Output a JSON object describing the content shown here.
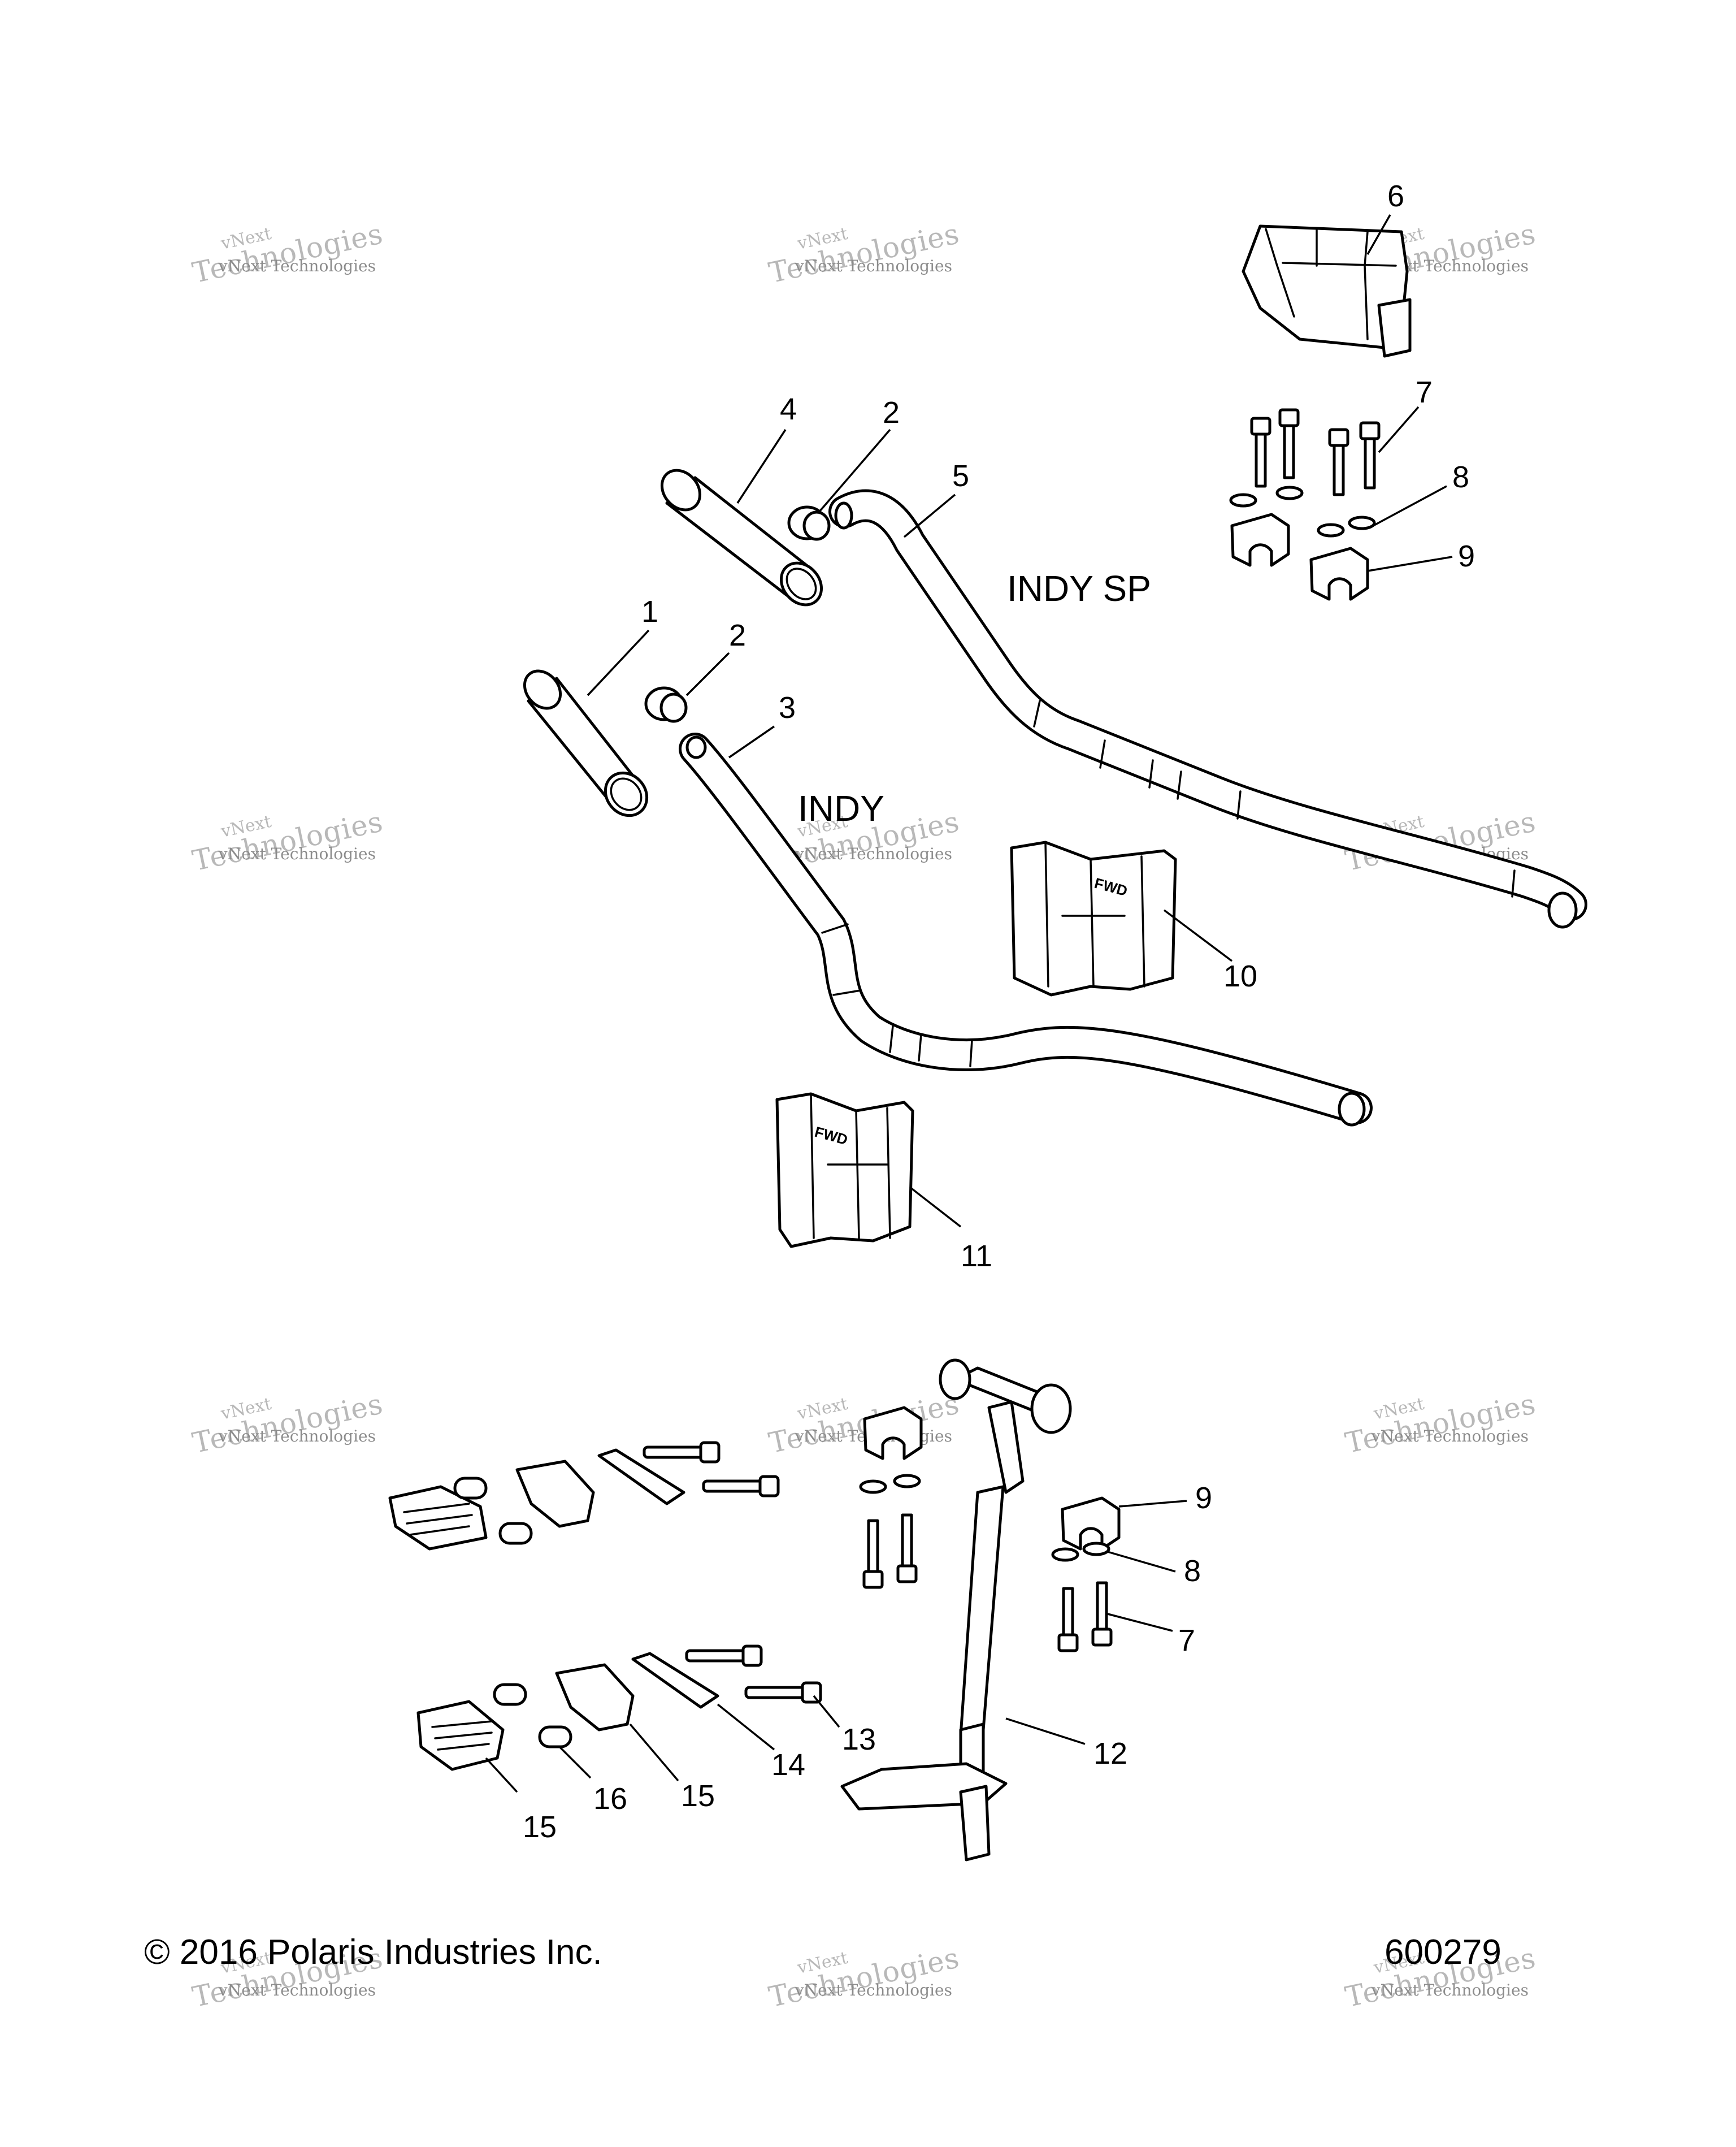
{
  "diagram": {
    "variants": {
      "indy_sp": "INDY SP",
      "indy": "INDY"
    },
    "callouts": [
      "1",
      "2",
      "2",
      "3",
      "4",
      "5",
      "6",
      "7",
      "8",
      "9",
      "10",
      "11",
      "9",
      "8",
      "7",
      "12",
      "13",
      "14",
      "15",
      "15",
      "16"
    ]
  },
  "footer": {
    "copyright": "© 2016 Polaris Industries Inc.",
    "figure_number": "600279"
  },
  "watermark": {
    "line1": "vNext",
    "line2": "vNext Technologies",
    "line3": "Technologies"
  }
}
